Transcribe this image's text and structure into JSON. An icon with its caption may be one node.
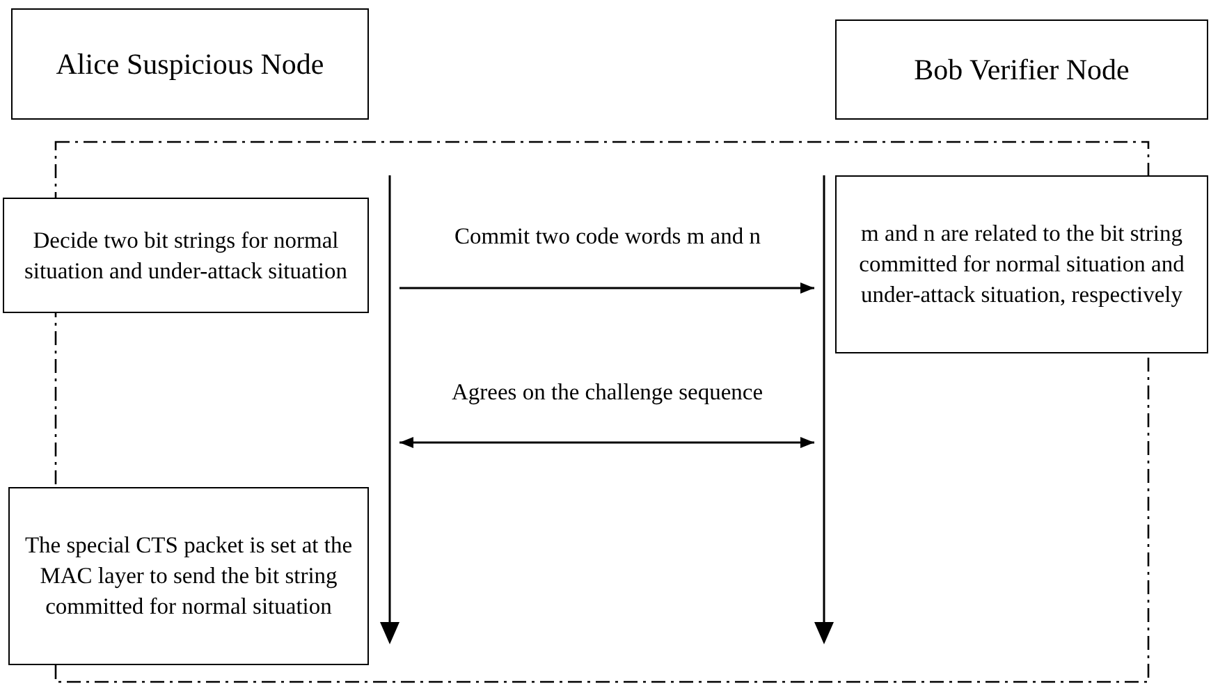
{
  "diagram": {
    "nodes": [
      {
        "text": [
          "Alice Suspicious Node"
        ]
      },
      {
        "text": [
          "Bob Verifier Node"
        ]
      },
      {
        "text": [
          "Decide two bit strings for normal situation and under-attack situation"
        ]
      },
      {
        "text": [
          "m and n are related to the bit string committed for normal situation and under-attack situation, respectively"
        ]
      },
      {
        "text": [
          "The special CTS packet is set at the MAC layer to send the bit string committed for normal situation"
        ]
      },
      {
        "text": [],
        "shape": "bar"
      },
      {
        "text": [],
        "shape": "bar"
      }
    ],
    "edges": [
      {
        "from": 5,
        "to": 6,
        "arrow": "to",
        "label": "Commit two code words m and n"
      },
      {
        "from": 5,
        "to": 6,
        "arrow": "both",
        "label": "Agrees on the challenge sequence"
      }
    ]
  }
}
